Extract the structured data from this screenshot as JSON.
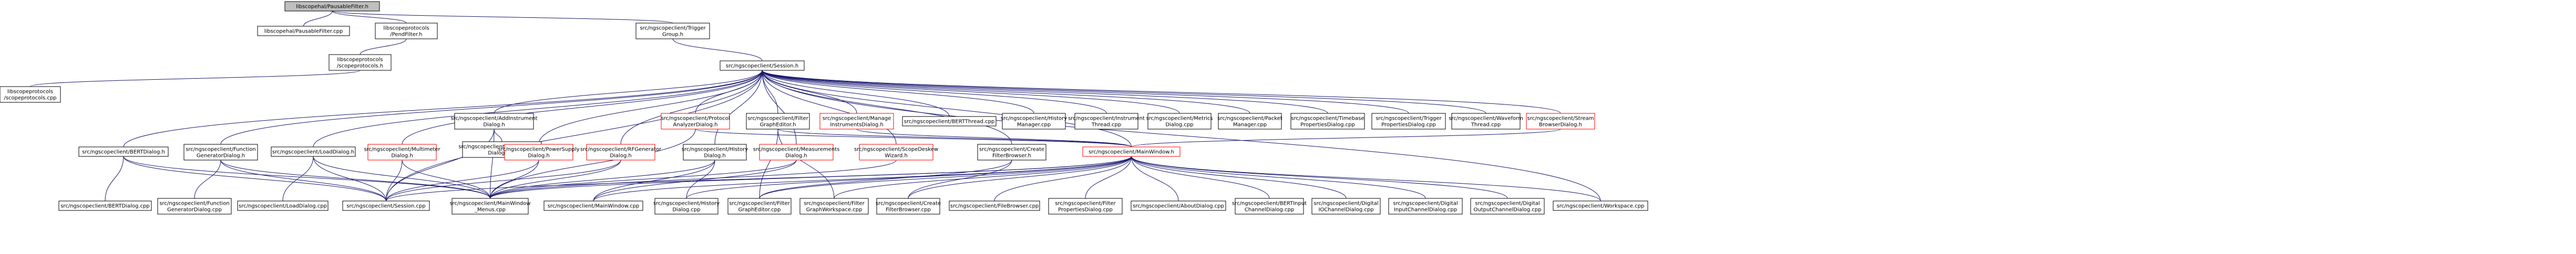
{
  "colors": {
    "edge": "#191970",
    "node_border": "#000000",
    "node_fill": "#ffffff",
    "highlight_fill": "#bfbfbf",
    "red_border": "#ff0000"
  },
  "nodes": [
    {
      "id": "pausable_h",
      "lines": [
        "libscopehal/PausableFilter.h"
      ],
      "style": "root"
    },
    {
      "id": "pausable_cpp",
      "lines": [
        "libscopehal/PausableFilter.cpp"
      ]
    },
    {
      "id": "pendfilter_h",
      "lines": [
        "libscopeprotocols",
        "/PendFilter.h"
      ]
    },
    {
      "id": "trigger_group_h",
      "lines": [
        "src/ngscopeclient/Trigger",
        "Group.h"
      ]
    },
    {
      "id": "scopeprotocols_h",
      "lines": [
        "libscopeprotocols",
        "/scopeprotocols.h"
      ]
    },
    {
      "id": "scopeprotocols_cpp",
      "lines": [
        "libscopeprotocols",
        "/scopeprotocols.cpp"
      ]
    },
    {
      "id": "session_h",
      "lines": [
        "src/ngscopeclient/Session.h"
      ]
    },
    {
      "id": "bertdialog_h",
      "lines": [
        "src/ngscopeclient/BERTDialog.h"
      ]
    },
    {
      "id": "funcgen_h",
      "lines": [
        "src/ngscopeclient/Function",
        "GeneratorDialog.h"
      ]
    },
    {
      "id": "loaddialog_h",
      "lines": [
        "src/ngscopeclient/LoadDialog.h"
      ]
    },
    {
      "id": "multimeter_h",
      "lines": [
        "src/ngscopeclient/Multimeter",
        "Dialog.h"
      ],
      "style": "red"
    },
    {
      "id": "addinstr_h",
      "lines": [
        "src/ngscopeclient/AddInstrument",
        "Dialog.h"
      ]
    },
    {
      "id": "addinstr_cpp",
      "lines": [
        "src/ngscopeclient/AddInstrument",
        "Dialog.cpp"
      ]
    },
    {
      "id": "powersupply_h",
      "lines": [
        "src/ngscopeclient/PowerSupply",
        "Dialog.h"
      ],
      "style": "red"
    },
    {
      "id": "rfgen_h",
      "lines": [
        "src/ngscopeclient/RFGenerator",
        "Dialog.h"
      ],
      "style": "red"
    },
    {
      "id": "protoanalyzer_h",
      "lines": [
        "src/ngscopeclient/Protocol",
        "AnalyzerDialog.h"
      ],
      "style": "red"
    },
    {
      "id": "history_h",
      "lines": [
        "src/ngscopeclient/History",
        "Dialog.h"
      ]
    },
    {
      "id": "measurements_h",
      "lines": [
        "src/ngscopeclient/Measurements",
        "Dialog.h"
      ],
      "style": "red"
    },
    {
      "id": "filtergraph_h",
      "lines": [
        "src/ngscopeclient/Filter",
        "GraphEditor.h"
      ]
    },
    {
      "id": "scopedeskew_h",
      "lines": [
        "src/ngscopeclient/ScopeDeskew",
        "Wizard.h"
      ],
      "style": "red"
    },
    {
      "id": "manageinstr_h",
      "lines": [
        "src/ngscopeclient/Manage",
        "InstrumentsDialog.h"
      ],
      "style": "red"
    },
    {
      "id": "createfilter_h",
      "lines": [
        "src/ngscopeclient/Create",
        "FilterBrowser.h"
      ]
    },
    {
      "id": "bertthread_cpp",
      "lines": [
        "src/ngscopeclient/BERTThread.cpp"
      ]
    },
    {
      "id": "mainwindow_h",
      "lines": [
        "src/ngscopeclient/MainWindow.h"
      ],
      "style": "red"
    },
    {
      "id": "historymgr_cpp",
      "lines": [
        "src/ngscopeclient/History",
        "Manager.cpp"
      ]
    },
    {
      "id": "instrthread_cpp",
      "lines": [
        "src/ngscopeclient/Instrument",
        "Thread.cpp"
      ]
    },
    {
      "id": "metrics_cpp",
      "lines": [
        "src/ngscopeclient/Metrics",
        "Dialog.cpp"
      ]
    },
    {
      "id": "packetmgr_cpp",
      "lines": [
        "src/ngscopeclient/Packet",
        "Manager.cpp"
      ]
    },
    {
      "id": "timebase_cpp",
      "lines": [
        "src/ngscopeclient/Timebase",
        "PropertiesDialog.cpp"
      ]
    },
    {
      "id": "trigprops_cpp",
      "lines": [
        "src/ngscopeclient/Trigger",
        "PropertiesDialog.cpp"
      ]
    },
    {
      "id": "waveform_cpp",
      "lines": [
        "src/ngscopeclient/Waveform",
        "Thread.cpp"
      ]
    },
    {
      "id": "stream_h",
      "lines": [
        "src/ngscopeclient/Stream",
        "BrowserDialog.h"
      ],
      "style": "red"
    },
    {
      "id": "bertdialog_cpp",
      "lines": [
        "src/ngscopeclient/BERTDialog.cpp"
      ]
    },
    {
      "id": "funcgen_cpp",
      "lines": [
        "src/ngscopeclient/Function",
        "GeneratorDialog.cpp"
      ]
    },
    {
      "id": "loaddialog_cpp",
      "lines": [
        "src/ngscopeclient/LoadDialog.cpp"
      ]
    },
    {
      "id": "session_cpp",
      "lines": [
        "src/ngscopeclient/Session.cpp"
      ]
    },
    {
      "id": "mainwindow_menus_cpp",
      "lines": [
        "src/ngscopeclient/MainWindow",
        "_Menus.cpp"
      ]
    },
    {
      "id": "mainwindow_cpp",
      "lines": [
        "src/ngscopeclient/MainWindow.cpp"
      ]
    },
    {
      "id": "historydialog_cpp",
      "lines": [
        "src/ngscopeclient/History",
        "Dialog.cpp"
      ]
    },
    {
      "id": "filtergraph_cpp",
      "lines": [
        "src/ngscopeclient/Filter",
        "GraphEditor.cpp"
      ]
    },
    {
      "id": "filterworkspace_cpp",
      "lines": [
        "src/ngscopeclient/Filter",
        "GraphWorkspace.cpp"
      ]
    },
    {
      "id": "createfilter_cpp",
      "lines": [
        "src/ngscopeclient/Create",
        "FilterBrowser.cpp"
      ]
    },
    {
      "id": "filebrowser_cpp",
      "lines": [
        "src/ngscopeclient/FileBrowser.cpp"
      ]
    },
    {
      "id": "filterprops_cpp",
      "lines": [
        "src/ngscopeclient/Filter",
        "PropertiesDialog.cpp"
      ]
    },
    {
      "id": "about_cpp",
      "lines": [
        "src/ngscopeclient/AboutDialog.cpp"
      ]
    },
    {
      "id": "bertinput_cpp",
      "lines": [
        "src/ngscopeclient/BERTInput",
        "ChannelDialog.cpp"
      ]
    },
    {
      "id": "digitalio_cpp",
      "lines": [
        "src/ngscopeclient/Digital",
        "IOChannelDialog.cpp"
      ]
    },
    {
      "id": "digitalin_cpp",
      "lines": [
        "src/ngscopeclient/Digital",
        "InputChannelDialog.cpp"
      ]
    },
    {
      "id": "digitalout_cpp",
      "lines": [
        "src/ngscopeclient/Digital",
        "OutputChannelDialog.cpp"
      ]
    },
    {
      "id": "workspace_cpp",
      "lines": [
        "src/ngscopeclient/Workspace.cpp"
      ]
    }
  ],
  "edges": [
    [
      "pausable_h",
      "pausable_cpp"
    ],
    [
      "pausable_h",
      "pendfilter_h"
    ],
    [
      "pausable_h",
      "trigger_group_h"
    ],
    [
      "pendfilter_h",
      "scopeprotocols_h"
    ],
    [
      "scopeprotocols_h",
      "scopeprotocols_cpp"
    ],
    [
      "trigger_group_h",
      "session_h"
    ],
    [
      "session_h",
      "bertdialog_h"
    ],
    [
      "session_h",
      "funcgen_h"
    ],
    [
      "session_h",
      "loaddialog_h"
    ],
    [
      "session_h",
      "multimeter_h"
    ],
    [
      "session_h",
      "addinstr_h"
    ],
    [
      "session_h",
      "powersupply_h"
    ],
    [
      "session_h",
      "rfgen_h"
    ],
    [
      "session_h",
      "protoanalyzer_h"
    ],
    [
      "session_h",
      "history_h"
    ],
    [
      "session_h",
      "measurements_h"
    ],
    [
      "session_h",
      "filtergraph_h"
    ],
    [
      "session_h",
      "scopedeskew_h"
    ],
    [
      "session_h",
      "manageinstr_h"
    ],
    [
      "session_h",
      "createfilter_h"
    ],
    [
      "session_h",
      "bertthread_cpp"
    ],
    [
      "session_h",
      "mainwindow_h"
    ],
    [
      "session_h",
      "historymgr_cpp"
    ],
    [
      "session_h",
      "instrthread_cpp"
    ],
    [
      "session_h",
      "metrics_cpp"
    ],
    [
      "session_h",
      "packetmgr_cpp"
    ],
    [
      "session_h",
      "timebase_cpp"
    ],
    [
      "session_h",
      "trigprops_cpp"
    ],
    [
      "session_h",
      "waveform_cpp"
    ],
    [
      "session_h",
      "stream_h"
    ],
    [
      "session_h",
      "session_cpp"
    ],
    [
      "session_h",
      "workspace_cpp"
    ],
    [
      "bertdialog_h",
      "bertdialog_cpp"
    ],
    [
      "bertdialog_h",
      "session_cpp"
    ],
    [
      "bertdialog_h",
      "mainwindow_menus_cpp"
    ],
    [
      "funcgen_h",
      "funcgen_cpp"
    ],
    [
      "funcgen_h",
      "session_cpp"
    ],
    [
      "funcgen_h",
      "mainwindow_menus_cpp"
    ],
    [
      "loaddialog_h",
      "loaddialog_cpp"
    ],
    [
      "loaddialog_h",
      "session_cpp"
    ],
    [
      "loaddialog_h",
      "mainwindow_menus_cpp"
    ],
    [
      "multimeter_h",
      "session_cpp"
    ],
    [
      "multimeter_h",
      "mainwindow_menus_cpp"
    ],
    [
      "addinstr_h",
      "addinstr_cpp"
    ],
    [
      "addinstr_h",
      "mainwindow_menus_cpp"
    ],
    [
      "addinstr_h",
      "session_cpp"
    ],
    [
      "powersupply_h",
      "session_cpp"
    ],
    [
      "powersupply_h",
      "mainwindow_menus_cpp"
    ],
    [
      "rfgen_h",
      "session_cpp"
    ],
    [
      "rfgen_h",
      "mainwindow_menus_cpp"
    ],
    [
      "protoanalyzer_h",
      "mainwindow_h"
    ],
    [
      "protoanalyzer_h",
      "mainwindow_menus_cpp"
    ],
    [
      "history_h",
      "historydialog_cpp"
    ],
    [
      "history_h",
      "mainwindow_cpp"
    ],
    [
      "history_h",
      "mainwindow_menus_cpp"
    ],
    [
      "measurements_h",
      "mainwindow_cpp"
    ],
    [
      "measurements_h",
      "mainwindow_menus_cpp"
    ],
    [
      "filtergraph_h",
      "filtergraph_cpp"
    ],
    [
      "filtergraph_h",
      "filterworkspace_cpp"
    ],
    [
      "filtergraph_h",
      "mainwindow_h"
    ],
    [
      "scopedeskew_h",
      "mainwindow_menus_cpp"
    ],
    [
      "manageinstr_h",
      "mainwindow_h"
    ],
    [
      "createfilter_h",
      "createfilter_cpp"
    ],
    [
      "createfilter_h",
      "filtergraph_cpp"
    ],
    [
      "stream_h",
      "mainwindow_h"
    ],
    [
      "mainwindow_h",
      "mainwindow_menus_cpp"
    ],
    [
      "mainwindow_h",
      "mainwindow_cpp"
    ],
    [
      "mainwindow_h",
      "historydialog_cpp"
    ],
    [
      "mainwindow_h",
      "filtergraph_cpp"
    ],
    [
      "mainwindow_h",
      "filterworkspace_cpp"
    ],
    [
      "mainwindow_h",
      "createfilter_cpp"
    ],
    [
      "mainwindow_h",
      "filebrowser_cpp"
    ],
    [
      "mainwindow_h",
      "filterprops_cpp"
    ],
    [
      "mainwindow_h",
      "about_cpp"
    ],
    [
      "mainwindow_h",
      "bertinput_cpp"
    ],
    [
      "mainwindow_h",
      "digitalio_cpp"
    ],
    [
      "mainwindow_h",
      "digitalin_cpp"
    ],
    [
      "mainwindow_h",
      "digitalout_cpp"
    ],
    [
      "mainwindow_h",
      "workspace_cpp"
    ],
    [
      "mainwindow_h",
      "session_cpp"
    ]
  ]
}
